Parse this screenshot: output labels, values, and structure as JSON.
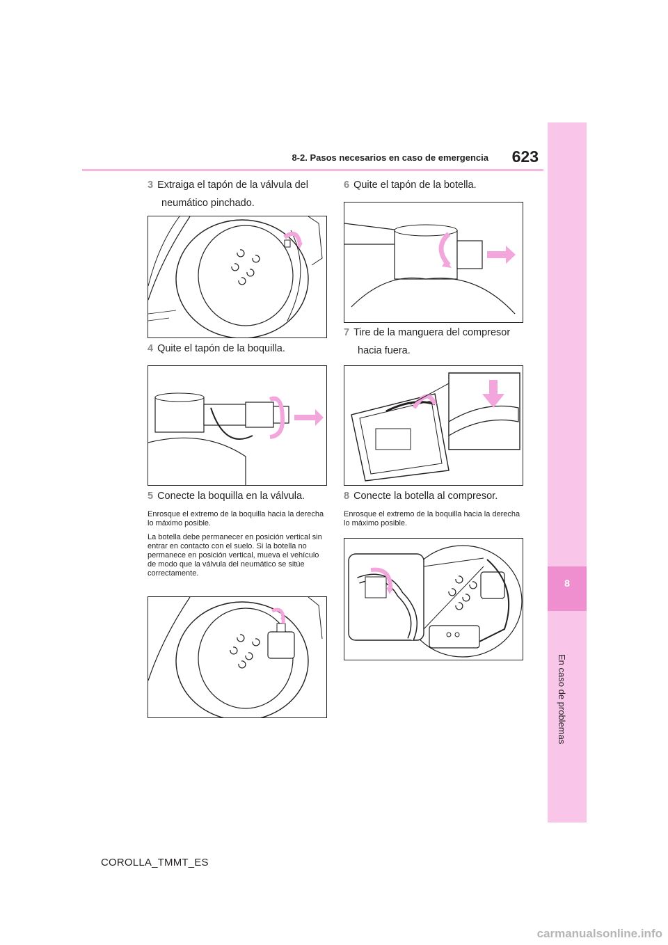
{
  "header": {
    "section": "8-2. Pasos necesarios en caso de emergencia",
    "page_number": "623"
  },
  "side_tab": {
    "chapter_number": "8",
    "chapter_title": "En caso de problemas"
  },
  "steps": [
    {
      "num": "3",
      "line1": "Extraiga el tapón de la válvula del",
      "line2": "neumático pinchado."
    },
    {
      "num": "4",
      "line1": "Quite el tapón de la boquilla.",
      "line2": ""
    },
    {
      "num": "5",
      "line1": "Conecte la boquilla en la válvula.",
      "line2": ""
    },
    {
      "num": "6",
      "line1": "Quite el tapón de la botella.",
      "line2": ""
    },
    {
      "num": "7",
      "line1": "Tire de la manguera del compresor",
      "line2": "hacia fuera."
    },
    {
      "num": "8",
      "line1": "Conecte la botella al compresor.",
      "line2": ""
    }
  ],
  "notes": {
    "step5_a": "Enrosque el extremo de la boquilla hacia la derecha lo máximo posible.",
    "step5_b": "La botella debe permanecer en posición vertical sin entrar en contacto con el suelo. Si la botella no permanece en posición vertical, mueva el vehículo de modo que la válvula del neumático se sitúe correctamente.",
    "step8_a": "Enrosque el extremo de la boquilla hacia la derecha lo máximo posible."
  },
  "footer": "COROLLA_TMMT_ES",
  "watermark": "carmanualsonline.info",
  "colors": {
    "accent_pink": "#f08fcf",
    "light_pink": "#f9c6ea",
    "arrow_pink": "#f3a6dc"
  }
}
